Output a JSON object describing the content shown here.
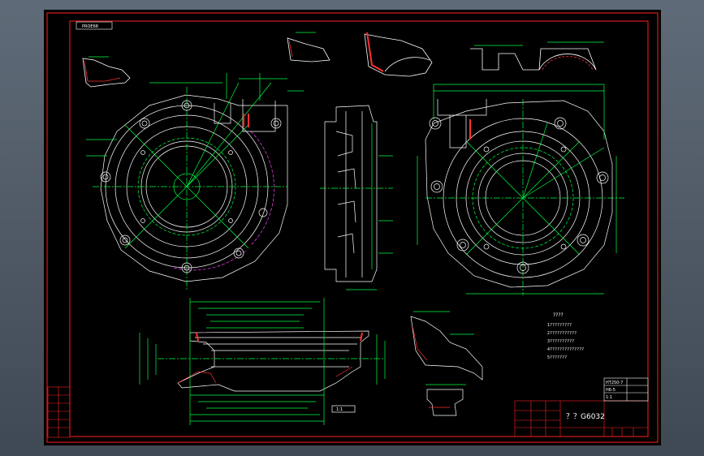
{
  "colors": {
    "frame": "#ff2020",
    "geometry": "#ffffff",
    "dimension": "#00ff40",
    "centerline": "#ff40ff",
    "section": "#ff3030"
  },
  "title_block": {
    "drawing_title": "？？G6032",
    "spec_line_1": "HT250-7",
    "spec_line_2": "H6-5",
    "scale": "1:1"
  },
  "notes": {
    "heading": "????",
    "lines": [
      "1?????????",
      "2???????????",
      "3??????????",
      "4??????????????",
      "5???????"
    ]
  },
  "sheet_label": "PROE68",
  "detail_label": "1:1"
}
